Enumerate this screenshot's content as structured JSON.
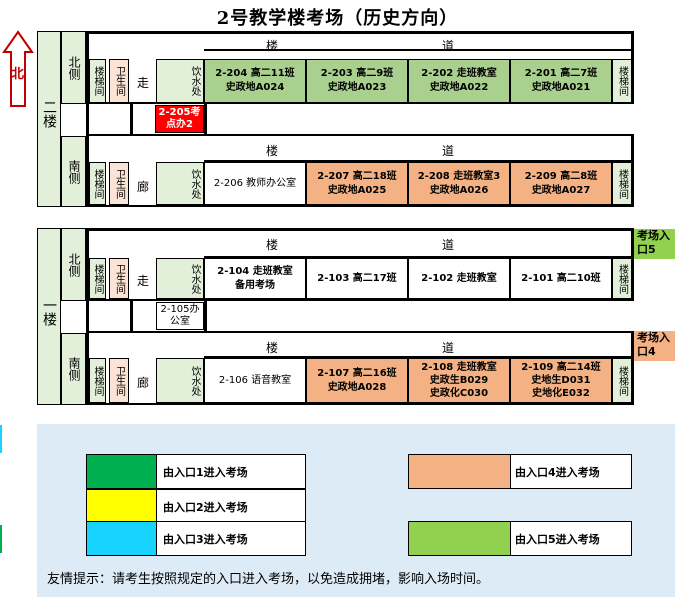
{
  "title": "2号教学楼考场（历史方向）",
  "north_label": "北",
  "colors": {
    "entrance1": "#00b050",
    "entrance2": "#ffff00",
    "entrance3": "#19d3ff",
    "entrance4": "#f4b183",
    "entrance5": "#92d050",
    "exam_office": "#ff0000",
    "legend_bg": "#ddebf7"
  },
  "floor2": {
    "label": "二楼",
    "north_side": "北侧",
    "south_side": "南侧",
    "stairwell": "楼梯间",
    "toilet": "卫生间",
    "corridor_top": "走",
    "corridor_bottom": "廊",
    "water": "饮水处",
    "hall_left": "楼",
    "hall_right": "道",
    "office": "2-205考点办2",
    "north_rooms": [
      {
        "line1": "2-204 高二11班",
        "line2": "史政地A024"
      },
      {
        "line1": "2-203 高二9班",
        "line2": "史政地A023"
      },
      {
        "line1": "2-202 走班教室",
        "line2": "史政地A022"
      },
      {
        "line1": "2-201 高二7班",
        "line2": "史政地A021"
      }
    ],
    "teacher_office": "2-206 教师办公室",
    "south_rooms": [
      {
        "line1": "2-207 高二18班",
        "line2": "史政地A025"
      },
      {
        "line1": "2-208 走班教室3",
        "line2": "史政地A026"
      },
      {
        "line1": "2-209 高二8班",
        "line2": "史政地A027"
      }
    ]
  },
  "floor1": {
    "label": "一楼",
    "north_side": "北侧",
    "south_side": "南侧",
    "stairwell": "楼梯间",
    "toilet": "卫生间",
    "corridor_top": "走",
    "corridor_bottom": "廊",
    "water": "饮水处",
    "hall_left": "楼",
    "hall_right": "道",
    "office": "2-105办公室",
    "north_first": {
      "line1": "2-104 走班教室",
      "line2": "备用考场"
    },
    "north_rooms": [
      "2-103 高二17班",
      "2-102 走班教室",
      "2-101 高二10班"
    ],
    "language_room": "2-106 语音教室",
    "south_rooms": [
      {
        "line1": "2-107 高二16班",
        "line2": "史政地A028"
      },
      {
        "line1": "2-108 走班教室",
        "line2": "史政生B029",
        "line3": "史政化C030"
      },
      {
        "line1": "2-109 高二14班",
        "line2": "史地生D031",
        "line3": "史地化E032"
      }
    ],
    "entrance5": "考场入口5",
    "entrance4": "考场入口4"
  },
  "legend": [
    {
      "text": "由入口1进入考场"
    },
    {
      "text": "由入口2进入考场"
    },
    {
      "text": "由入口3进入考场"
    },
    {
      "text": "由入口4进入考场"
    },
    {
      "text": "由入口5进入考场"
    }
  ],
  "tip": "友情提示：请考生按照规定的入口进入考场，以免造成拥堵，影响入场时间。"
}
